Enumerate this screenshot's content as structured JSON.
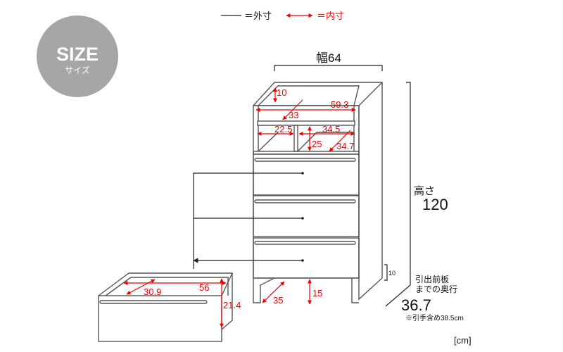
{
  "legend": {
    "outer_label": "＝外寸",
    "inner_label": "＝内寸"
  },
  "badge": {
    "title": "SIZE",
    "subtitle": "サイズ"
  },
  "dimensions": {
    "width_label": "幅64",
    "height_label": "高さ",
    "height_value": "120",
    "depth_label_line1": "引出前板",
    "depth_label_line2": "までの奥行",
    "depth_value": "36.7",
    "depth_note": "※引手含め38.5cm",
    "plinth_height": "10",
    "top_inner_height": "10",
    "top_inner_width": "59.3",
    "top_inner_depth": "33",
    "left_shelf_width": "22.5",
    "right_shelf_width": "34.5",
    "shelf_height": "25",
    "shelf_depth": "34.7",
    "leg_height": "15",
    "leg_depth": "35",
    "drawer_depth": "30.9",
    "drawer_width": "56",
    "drawer_height": "21.4"
  },
  "unit": "[cm]",
  "colors": {
    "inner": "#ee0000",
    "badge": "#a6a6a6"
  }
}
